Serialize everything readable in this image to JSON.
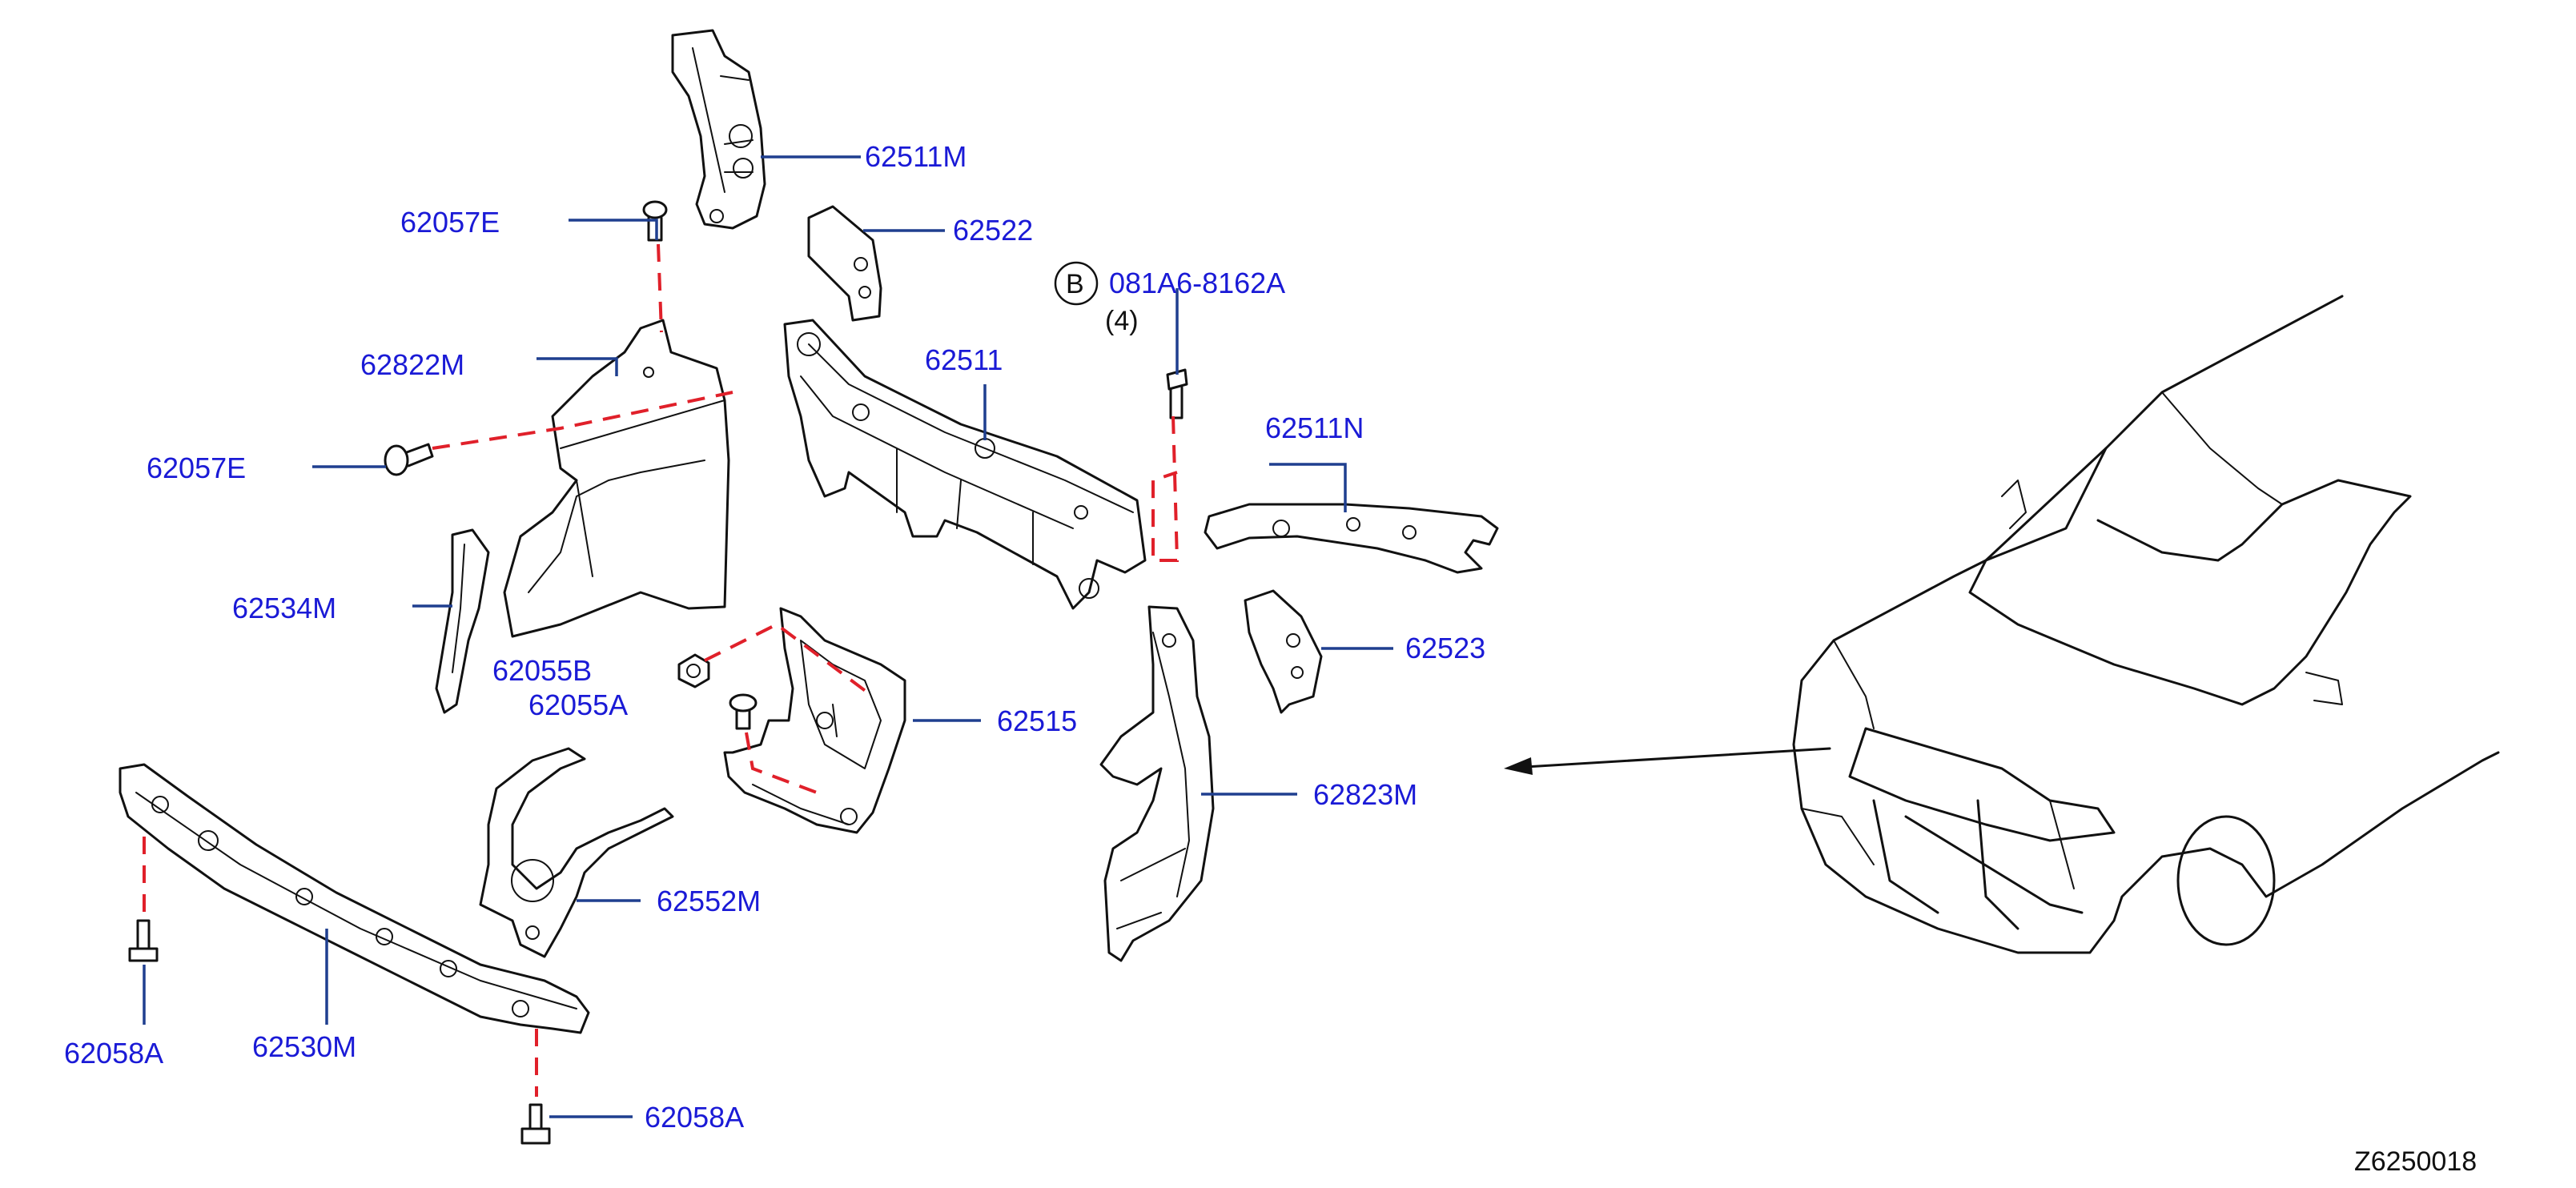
{
  "colors": {
    "callout": "#1a1ad6",
    "leader": "#1f3f8f",
    "dashed_guide": "#e0202a",
    "linework": "#111111"
  },
  "labels": {
    "p62511M": "62511M",
    "p62057E_top": "62057E",
    "p62522": "62522",
    "bolt_symbol": "B",
    "p081A6": "081A6-8162A",
    "qty": "(4)",
    "p62822M": "62822M",
    "p62511": "62511",
    "p62057E_left": "62057E",
    "p62511N": "62511N",
    "p62534M": "62534M",
    "p62523": "62523",
    "p62055B": "62055B",
    "p62055A": "62055A",
    "p62515": "62515",
    "p62823M": "62823M",
    "p62552M": "62552M",
    "p62058A_left": "62058A",
    "p62530M": "62530M",
    "p62058A_bottom": "62058A",
    "diagram_code": "Z6250018"
  }
}
